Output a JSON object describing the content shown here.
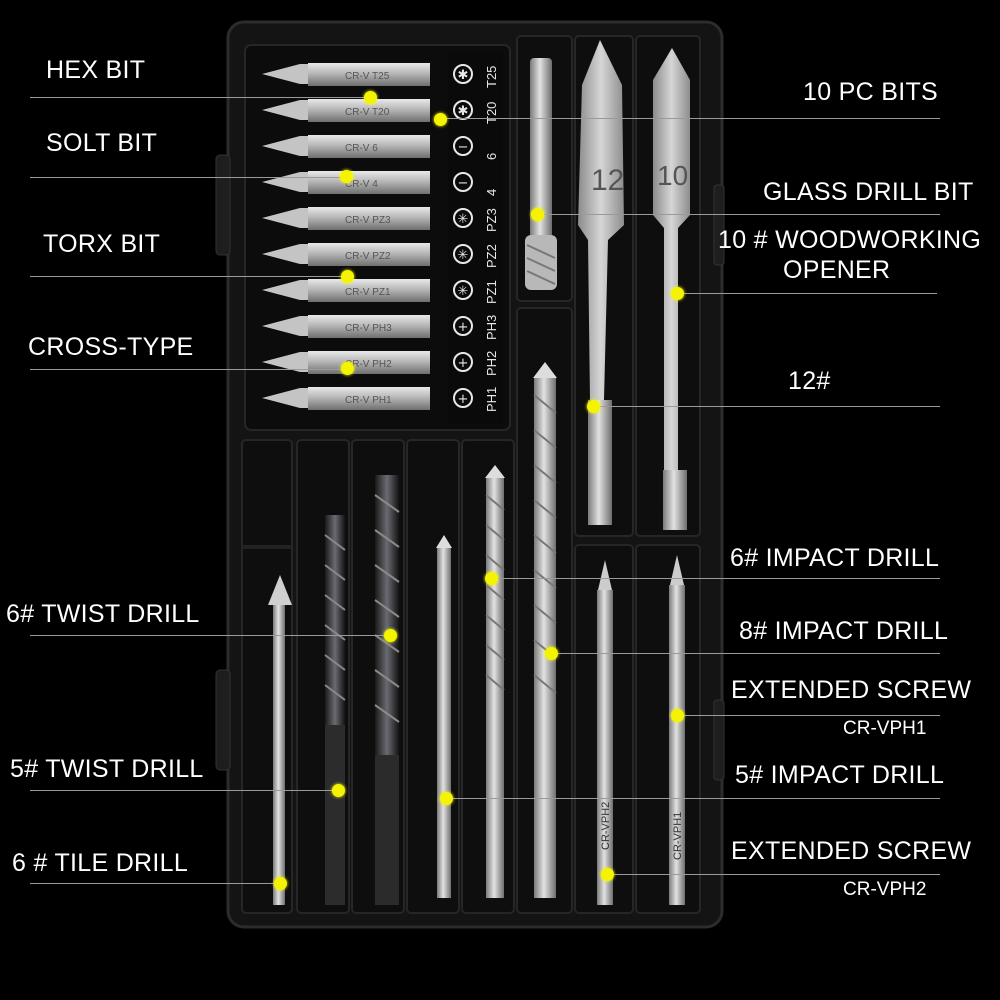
{
  "colors": {
    "background": "#000000",
    "tray": "#141414",
    "marker": "#f4f400",
    "leader": "#9a9a9a",
    "text": "#ffffff"
  },
  "bit_codes": [
    "T25",
    "T20",
    "6",
    "4",
    "PZ3",
    "PZ2",
    "PZ1",
    "PH3",
    "PH2",
    "PH1"
  ],
  "bit_shank_texts": [
    "CR-V T25",
    "CR-V T20",
    "CR-V 6",
    "CR-V 4",
    "CR-V PZ3",
    "CR-V PZ2",
    "CR-V PZ1",
    "CR-V PH3",
    "CR-V PH2",
    "CR-V PH1"
  ],
  "spade_sizes": [
    "12",
    "10"
  ],
  "screw_shank_texts": [
    "CR-VPH2",
    "CR-VPH1"
  ],
  "labels": {
    "hex_bit": "HEX BIT",
    "solt_bit": "SOLT BIT",
    "torx_bit": "TORX BIT",
    "cross_type": "CROSS-TYPE",
    "twist_drill_6": "6# TWIST DRILL",
    "twist_drill_5": "5# TWIST DRILL",
    "tile_drill_6": "6 # TILE DRILL",
    "pc_bits_10": "10 PC BITS",
    "glass_drill_bit": "GLASS DRILL BIT",
    "woodworking_opener_line1": "10 # WOODWORKING",
    "woodworking_opener_line2": "OPENER",
    "size_12": "12#",
    "impact_drill_6": "6# IMPACT DRILL",
    "impact_drill_8": "8# IMPACT DRILL",
    "extended_screw_1": "EXTENDED SCREW",
    "extended_screw_1_code": "CR-VPH1",
    "impact_drill_5": "5# IMPACT DRILL",
    "extended_screw_2": "EXTENDED SCREW",
    "extended_screw_2_code": "CR-VPH2"
  }
}
